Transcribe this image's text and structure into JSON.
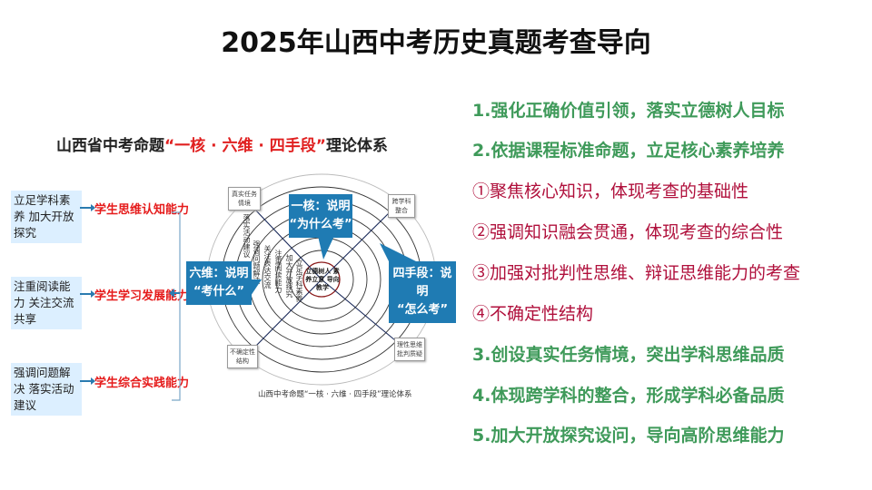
{
  "title": "2025年山西中考历史真题考查导向",
  "diagram": {
    "heading_prefix": "山西省中考命题",
    "heading_highlight": "“一核 · 六维 · 四手段”",
    "heading_suffix": "理论体系",
    "left_items": [
      {
        "box": "立足学科素养 加大开放探究",
        "ability": "学生思维认知能力"
      },
      {
        "box": "注重阅读能力 关注交流共享",
        "ability": "学生学习发展能力"
      },
      {
        "box": "强调问题解决 落实活动建议",
        "ability": "学生综合实践能力"
      }
    ],
    "callouts": {
      "core": [
        "一核：说明",
        "“为什么考”"
      ],
      "six": [
        "六维：说明",
        "“考什么”"
      ],
      "four": [
        "四手段：说明",
        "“怎么考”"
      ]
    },
    "center": "立德树人 素养立意 导向教学",
    "rings": [
      "立足学科素养",
      "加大开放探究",
      "注重阅读能力",
      "关注表达交流",
      "强调问题解决",
      "落实活动建议"
    ],
    "corners": {
      "top_left": "真实任务情境",
      "top_right": "跨学科整合",
      "bottom_left": "不确定性结构",
      "bottom_right": "理性思维批判质疑"
    },
    "caption": "山西中考命题“一核 · 六维 · 四手段”理论体系"
  },
  "points": [
    {
      "text": "1.强化正确价值引领，落实立德树人目标",
      "style": "green"
    },
    {
      "text": "2.依据课程标准命题，立足核心素养培养",
      "style": "green"
    },
    {
      "text": "①聚焦核心知识，体现考查的基础性",
      "style": "red"
    },
    {
      "text": "②强调知识融会贯通，体现考查的综合性",
      "style": "red"
    },
    {
      "text": "③加强对批判性思维、辩证思维能力的考查",
      "style": "red"
    },
    {
      "text": "④不确定性结构",
      "style": "red"
    },
    {
      "text": "3.创设真实任务情境，突出学科思维品质",
      "style": "green"
    },
    {
      "text": "4.体现跨学科的整合，形成学科必备品质",
      "style": "green"
    },
    {
      "text": "5.加大开放探究设问，导向高阶思维能力",
      "style": "green"
    }
  ],
  "colors": {
    "green": "#3f9a5a",
    "red": "#b0103c",
    "callout": "#1f7bb3",
    "highlight": "#e51b1b"
  }
}
